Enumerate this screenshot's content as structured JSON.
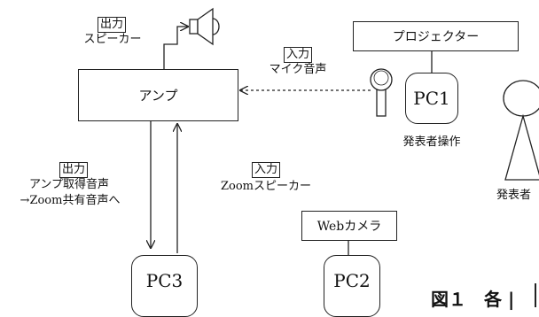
{
  "amp": {
    "label": "アンプ"
  },
  "projector": {
    "label": "プロジェクター"
  },
  "webcam": {
    "label": "Webカメラ"
  },
  "pc1": {
    "label": "PC1",
    "caption": "発表者操作"
  },
  "pc2": {
    "label": "PC2"
  },
  "pc3": {
    "label": "PC3"
  },
  "speaker": {
    "tag": "出力",
    "label": "スピーカー"
  },
  "mic": {
    "tag": "入力",
    "label": "マイク音声"
  },
  "amp_output": {
    "tag": "出力",
    "line1": "アンプ取得音声",
    "line2": "→Zoom共有音声へ"
  },
  "zoom_input": {
    "tag": "入力",
    "label": "Zoomスピーカー"
  },
  "presenter": {
    "label": "発表者"
  },
  "figure_caption": {
    "text": "図１　各 |"
  }
}
